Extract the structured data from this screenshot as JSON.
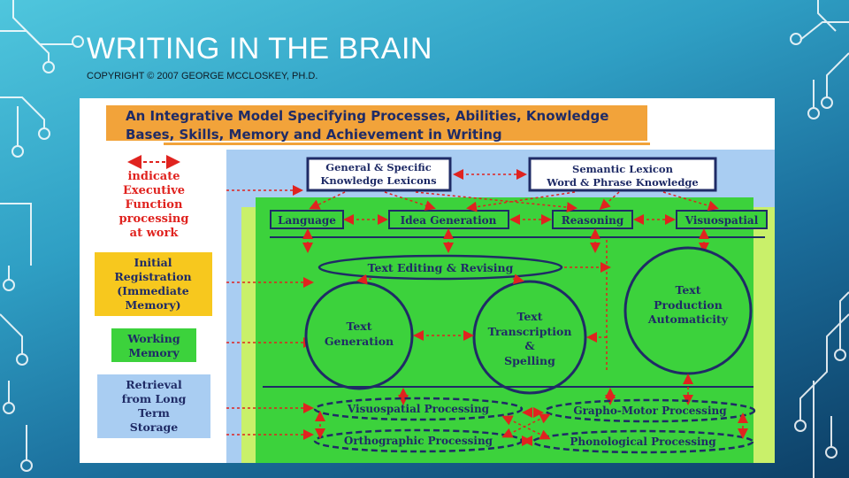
{
  "slide": {
    "title": "WRITING IN THE BRAIN",
    "subtitle": "COPYRIGHT © 2007 GEORGE MCCLOSKEY, PH.D."
  },
  "colors": {
    "accent_red": "#e0231f",
    "green_panel": "#3cd23c",
    "light_green": "#c9f06a",
    "light_blue": "#a9cdf2",
    "orange": "#f2a33a",
    "yellow": "#f7c81e"
  },
  "figure": {
    "heading_line1": "An Integrative Model Specifying Processes, Abilities, Knowledge",
    "heading_line2": "Bases, Skills, Memory and Achievement in Writing",
    "legend": {
      "line1": "indicate",
      "line2": "Executive",
      "line3": "Function",
      "line4": "processing",
      "line5": "at work"
    },
    "left_boxes": {
      "initial": [
        "Initial",
        "Registration",
        "(Immediate",
        "Memory)"
      ],
      "working": [
        "Working",
        "Memory"
      ],
      "retrieval": [
        "Retrieval",
        "from Long",
        "Term",
        "Storage"
      ]
    },
    "lexicons": {
      "general": [
        "General & Specific",
        "Knowledge  Lexicons"
      ],
      "semantic": [
        "Semantic  Lexicon",
        "Word & Phrase Knowledge"
      ]
    },
    "abilities": {
      "language": "Language",
      "idea": "Idea Generation",
      "reasoning": "Reasoning",
      "visuospatial": "Visuospatial"
    },
    "editing": "Text Editing & Revising",
    "generation": [
      "Text",
      "Generation"
    ],
    "transcription": [
      "Text",
      "Transcription",
      "&",
      "Spelling"
    ],
    "automaticity": [
      "Text",
      "Production",
      "Automaticity"
    ],
    "processing": {
      "visuospatial": "Visuospatial Processing",
      "graphomotor": "Grapho-Motor Processing",
      "orthographic": "Orthographic Processing",
      "phonological": "Phonological Processing"
    }
  }
}
